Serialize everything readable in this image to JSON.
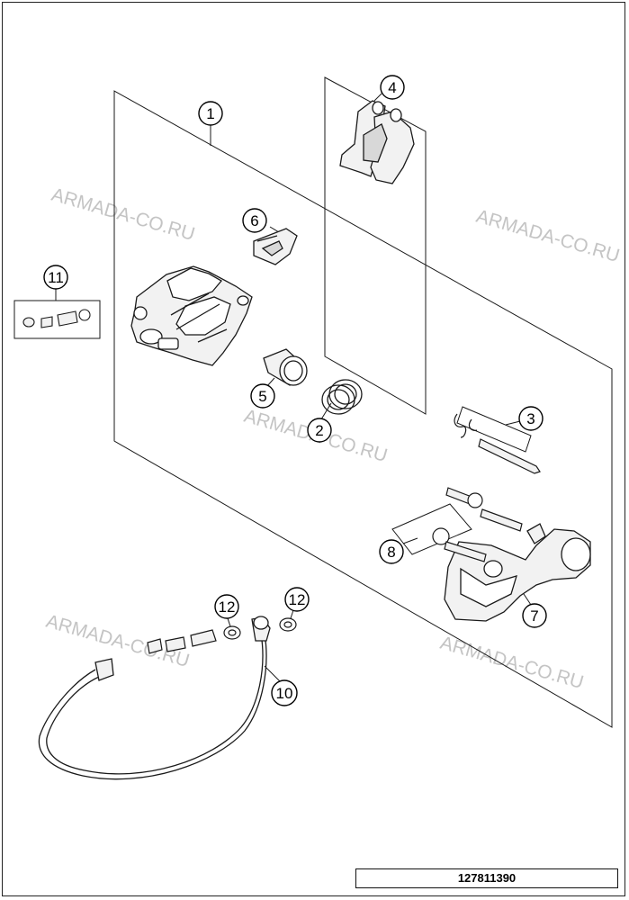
{
  "watermarks": [
    "ARMADA-CO.RU",
    "ARMADA-CO.RU",
    "ARMADA-CO.RU",
    "ARMADA-CO.RU",
    "ARMADA-CO.RU"
  ],
  "callouts": [
    "1",
    "2",
    "3",
    "4",
    "5",
    "6",
    "7",
    "8",
    "10",
    "11",
    "12",
    "12"
  ],
  "part_id": "127811390",
  "colors": {
    "line": "#1a1a1a",
    "part_fill": "#f2f2f2",
    "watermark": "#c4c4c4"
  }
}
